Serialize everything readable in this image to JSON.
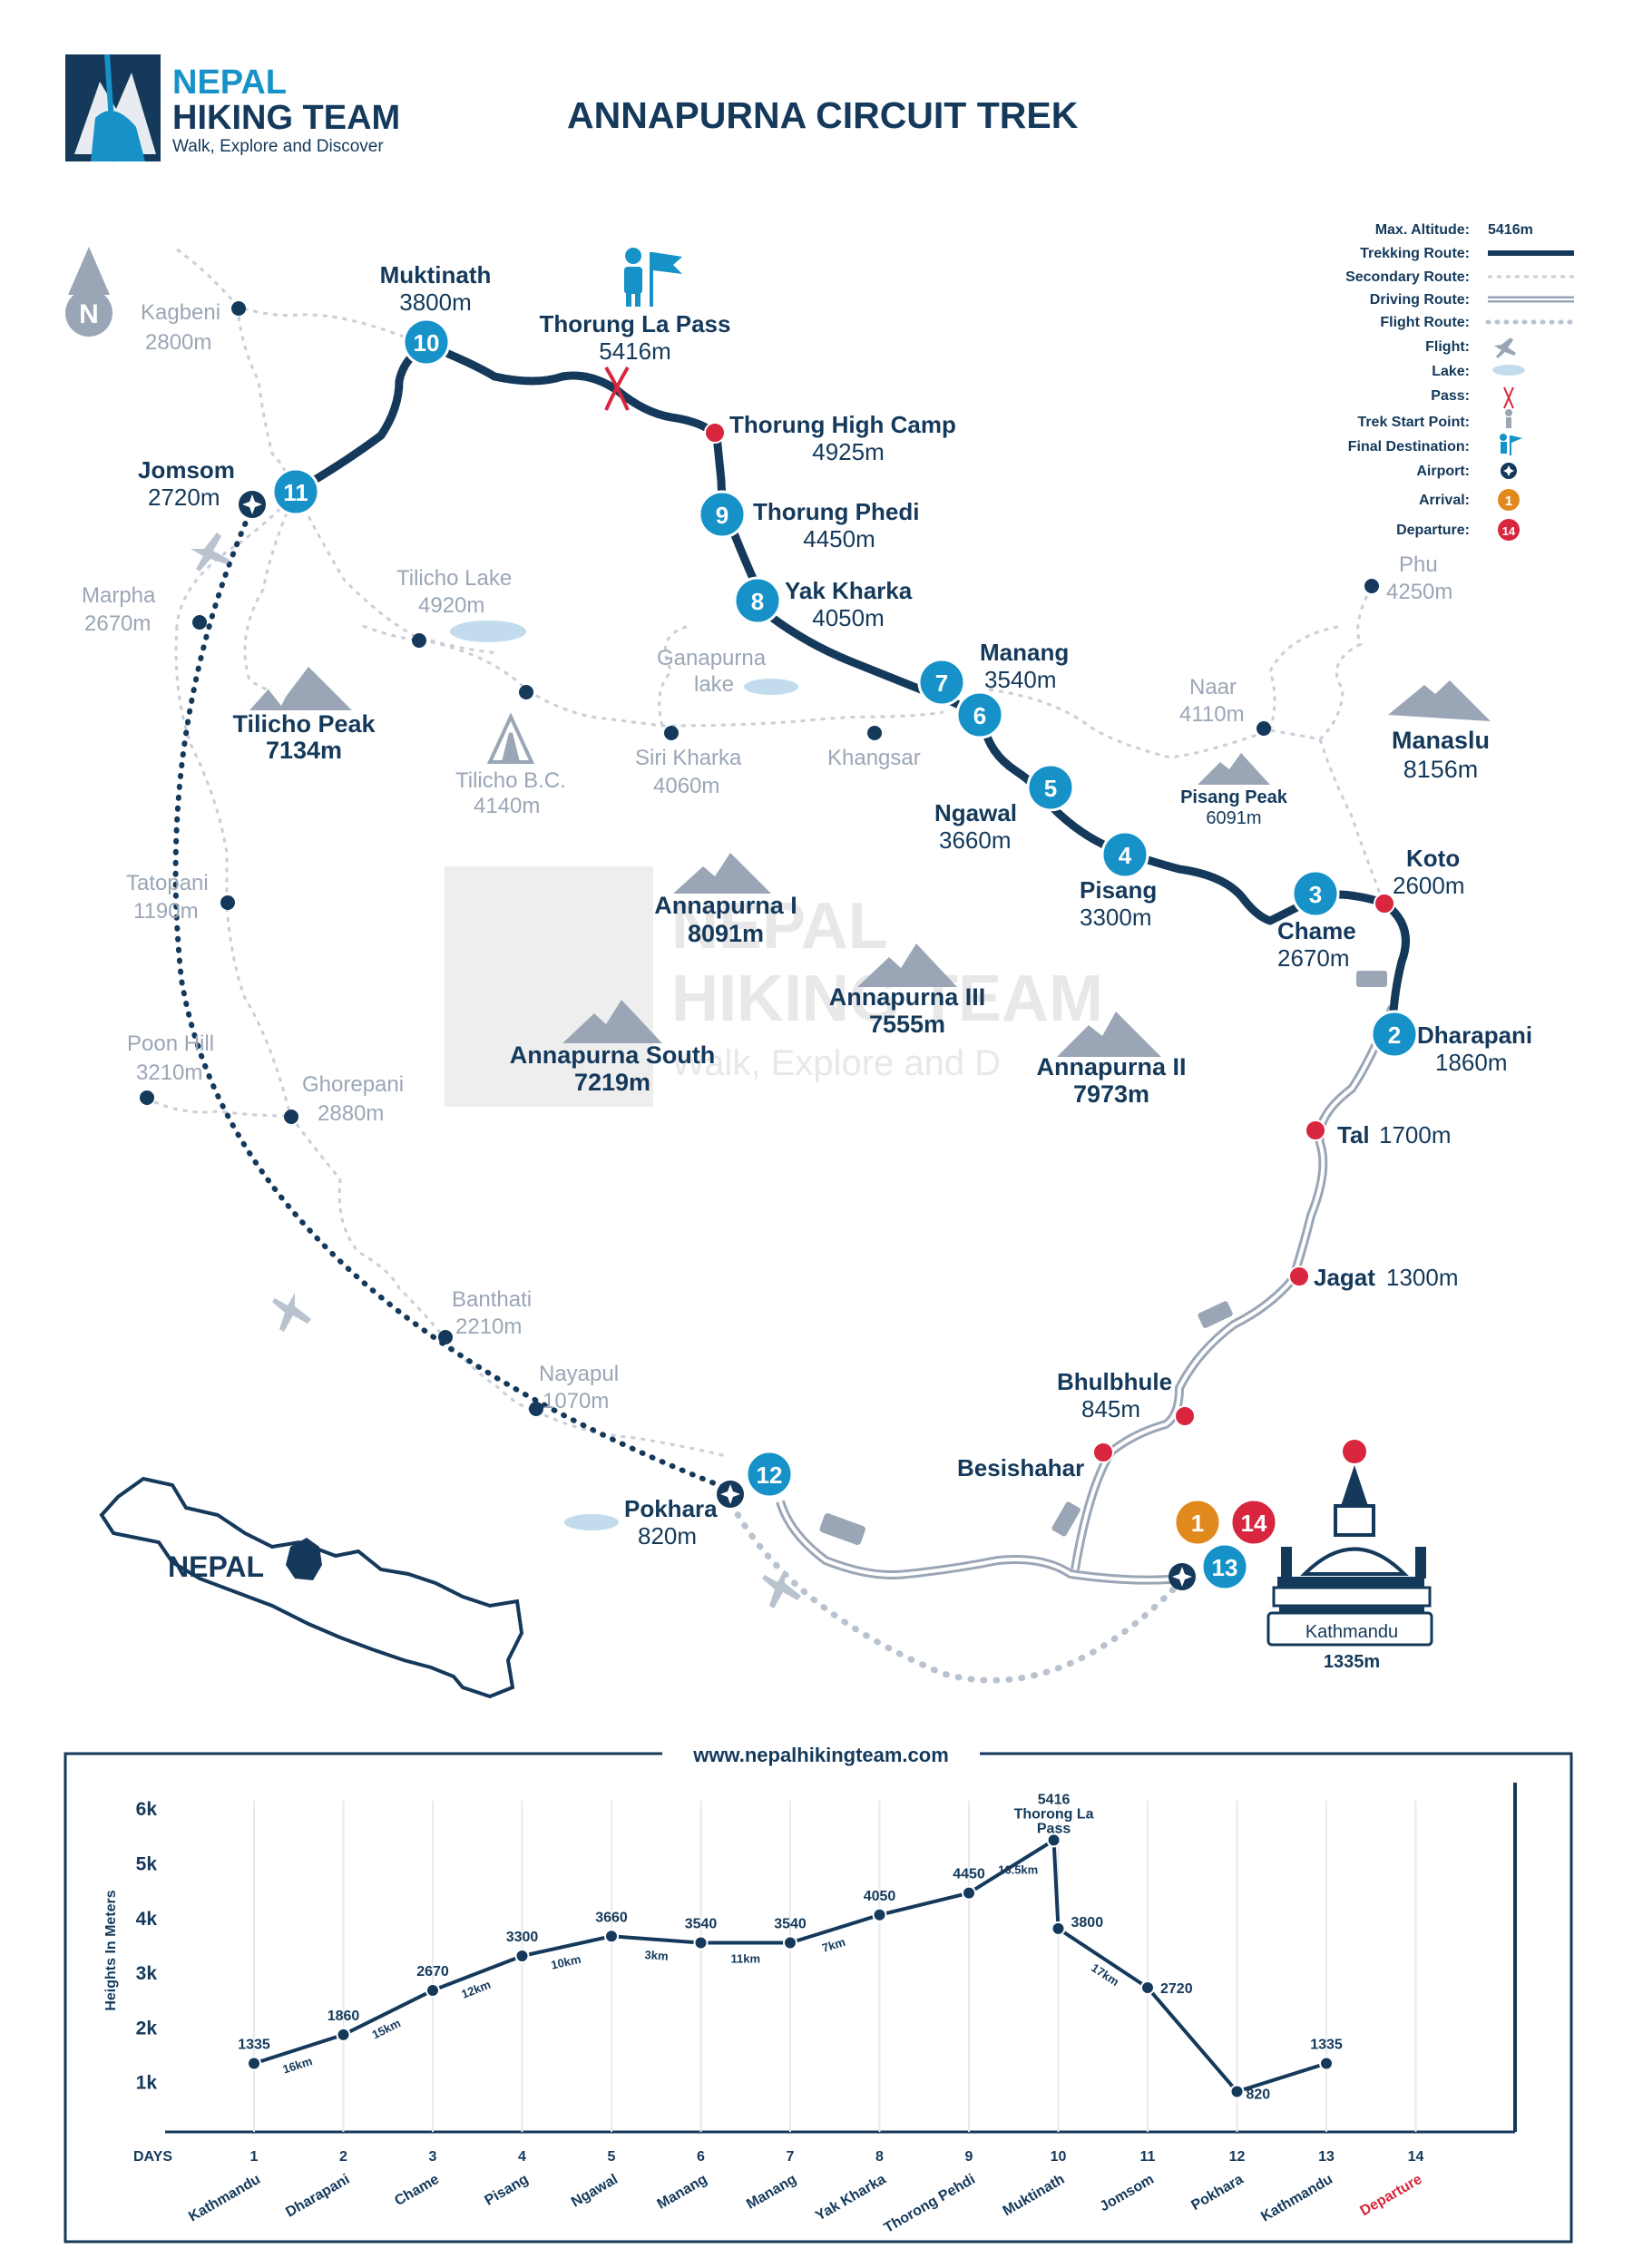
{
  "brand": {
    "line1": "NEPAL",
    "line2": "HIKING TEAM",
    "tagline": "Walk, Explore and Discover"
  },
  "title": "ANNAPURNA CIRCUIT TREK",
  "north": "N",
  "watermark": {
    "line1": "NEPAL",
    "line2": "HIKING TEAM",
    "line3": "Walk, Explore and D"
  },
  "legend": {
    "max_altitude_label": "Max. Altitude:",
    "max_altitude_value": "5416m",
    "trekking": "Trekking Route:",
    "secondary": "Secondary Route:",
    "driving": "Driving Route:",
    "flight_route": "Flight Route:",
    "flight": "Flight:",
    "lake": "Lake:",
    "pass": "Pass:",
    "trek_start": "Trek Start Point:",
    "final_dest": "Final Destination:",
    "airport": "Airport:",
    "arrival": "Arrival:",
    "departure": "Departure:",
    "arrival_num": "1",
    "departure_num": "14"
  },
  "stops": {
    "s1": "1",
    "s2": "2",
    "s3": "3",
    "s4": "4",
    "s5": "5",
    "s6": "6",
    "s7": "7",
    "s8": "8",
    "s9": "9",
    "s10": "10",
    "s11": "11",
    "s12": "12",
    "s13": "13",
    "s14": "14"
  },
  "places": {
    "muktinath": {
      "name": "Muktinath",
      "alt": "3800m"
    },
    "thorung_la": {
      "name": "Thorung La Pass",
      "alt": "5416m"
    },
    "high_camp": {
      "name": "Thorung High Camp",
      "alt": "4925m"
    },
    "phedi": {
      "name": "Thorung Phedi",
      "alt": "4450m"
    },
    "yak_kharka": {
      "name": "Yak Kharka",
      "alt": "4050m"
    },
    "manang": {
      "name": "Manang",
      "alt": "3540m"
    },
    "ngawal": {
      "name": "Ngawal",
      "alt": "3660m"
    },
    "pisang": {
      "name": "Pisang",
      "alt": "3300m"
    },
    "chame": {
      "name": "Chame",
      "alt": "2670m"
    },
    "koto": {
      "name": "Koto",
      "alt": "2600m"
    },
    "dharapani": {
      "name": "Dharapani",
      "alt": "1860m"
    },
    "tal": {
      "name": "Tal",
      "alt": "1700m"
    },
    "jagat": {
      "name": "Jagat",
      "alt": "1300m"
    },
    "bhulbhule": {
      "name": "Bhulbhule",
      "alt": "845m"
    },
    "besishahar": {
      "name": "Besishahar"
    },
    "jomsom": {
      "name": "Jomsom",
      "alt": "2720m"
    },
    "pokhara": {
      "name": "Pokhara",
      "alt": "820m"
    },
    "kathmandu": {
      "name": "Kathmandu",
      "alt": "1335m"
    }
  },
  "grey_places": {
    "kagbeni": {
      "name": "Kagbeni",
      "alt": "2800m"
    },
    "marpha": {
      "name": "Marpha",
      "alt": "2670m"
    },
    "tilicho_lake": {
      "name": "Tilicho Lake",
      "alt": "4920m"
    },
    "tilicho_bc": {
      "name": "Tilicho B.C.",
      "alt": "4140m"
    },
    "ganapurna": {
      "name": "Ganapurna",
      "alt": "lake"
    },
    "siri_kharka": {
      "name": "Siri Kharka",
      "alt": "4060m"
    },
    "khangsar": {
      "name": "Khangsar"
    },
    "naar": {
      "name": "Naar",
      "alt": "4110m"
    },
    "phu": {
      "name": "Phu",
      "alt": "4250m"
    },
    "tatopani": {
      "name": "Tatopani",
      "alt": "1190m"
    },
    "poon_hill": {
      "name": "Poon Hill",
      "alt": "3210m"
    },
    "ghorepani": {
      "name": "Ghorepani",
      "alt": "2880m"
    },
    "banthati": {
      "name": "Banthati",
      "alt": "2210m"
    },
    "nayapul": {
      "name": "Nayapul",
      "alt": "1070m"
    }
  },
  "mountains": {
    "tilicho_peak": {
      "name": "Tilicho Peak",
      "alt": "7134m"
    },
    "manaslu": {
      "name": "Manaslu",
      "alt": "8156m"
    },
    "pisang_peak": {
      "name": "Pisang Peak",
      "alt": "6091m"
    },
    "annapurna_1": {
      "name": "Annapurna I",
      "alt": "8091m"
    },
    "annapurna_3": {
      "name": "Annapurna III",
      "alt": "7555m"
    },
    "annapurna_s": {
      "name": "Annapurna South",
      "alt": "7219m"
    },
    "annapurna_2": {
      "name": "Annapurna II",
      "alt": "7973m"
    }
  },
  "inset": {
    "label": "NEPAL"
  },
  "website": "www.nepalhikingteam.com",
  "chart_data": {
    "type": "line",
    "ylabel": "Heights In Meters",
    "xlabel": "DAYS",
    "ylim": [
      0,
      6000
    ],
    "yticks": [
      "1k",
      "2k",
      "3k",
      "4k",
      "5k",
      "6k"
    ],
    "days": [
      1,
      2,
      3,
      4,
      5,
      6,
      7,
      8,
      9,
      10,
      11,
      12,
      13,
      14
    ],
    "day_labels": [
      "1",
      "2",
      "3",
      "4",
      "5",
      "6",
      "7",
      "8",
      "9",
      "10",
      "11",
      "12",
      "13",
      "14"
    ],
    "places": [
      "Kathmandu",
      "Dharapani",
      "Chame",
      "Pisang",
      "Ngawal",
      "Manang",
      "Manang",
      "Yak Kharka",
      "Thorong Pehdi",
      "Muktinath",
      "Jomsom",
      "Pokhara",
      "Kathmandu",
      "Departure"
    ],
    "points": [
      {
        "x": 1,
        "y": 1335,
        "label": "1335"
      },
      {
        "x": 2,
        "y": 1860,
        "label": "1860"
      },
      {
        "x": 3,
        "y": 2670,
        "label": "2670"
      },
      {
        "x": 4,
        "y": 3300,
        "label": "3300"
      },
      {
        "x": 5,
        "y": 3660,
        "label": "3660"
      },
      {
        "x": 6,
        "y": 3540,
        "label": "3540"
      },
      {
        "x": 7,
        "y": 3540,
        "label": "3540"
      },
      {
        "x": 8,
        "y": 4050,
        "label": "4050"
      },
      {
        "x": 9,
        "y": 4450,
        "label": "4450"
      },
      {
        "x": 9.95,
        "y": 5416,
        "label": "5416"
      },
      {
        "x": 10,
        "y": 3800,
        "label": "3800"
      },
      {
        "x": 11,
        "y": 2720,
        "label": "2720"
      },
      {
        "x": 12,
        "y": 820,
        "label": "820"
      },
      {
        "x": 13,
        "y": 1335,
        "label": "1335"
      }
    ],
    "peak_name": "Thorong La Pass",
    "distances": [
      "16km",
      "15km",
      "12km",
      "10km",
      "3km",
      "11km",
      "7km",
      "16.5km",
      "17km"
    ],
    "departure_color": "#d7263d"
  },
  "colors": {
    "navy": "#14395b",
    "blue": "#1692c8",
    "red": "#d7263d",
    "orange": "#e08a1e",
    "grey": "#9aa6b6"
  }
}
